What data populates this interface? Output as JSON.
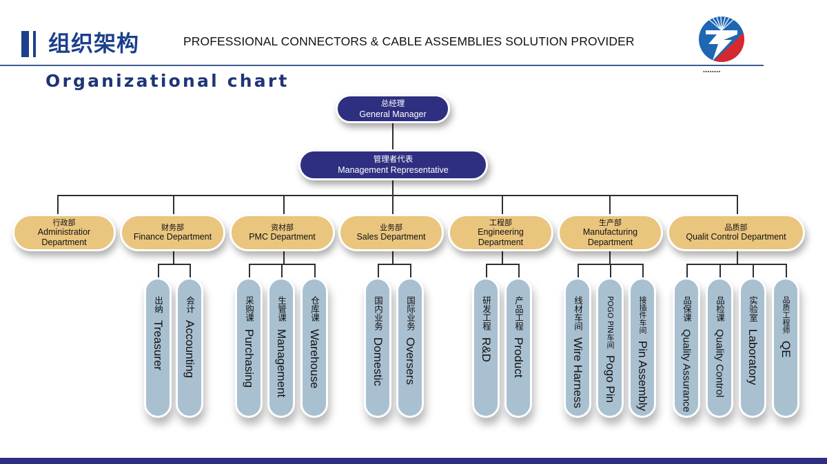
{
  "header": {
    "title_cn": "组织架构",
    "tagline": "PROFESSIONAL CONNECTORS & CABLE ASSEMBLIES SOLUTION PROVIDER",
    "subtitle": "Organizational chart",
    "logo_icon": "lightning-globe-logo-icon"
  },
  "colors": {
    "brand_navy": "#2e2f80",
    "header_blue": "#1b3f8b",
    "department_gold": "#e9c57e",
    "section_blue_grey": "#a9c0d1",
    "logo_blue": "#1f66b3",
    "logo_red": "#d6282f"
  },
  "org": {
    "general_manager": {
      "cn": "总经理",
      "en": "General Manager"
    },
    "management_rep": {
      "cn": "管理者代表",
      "en": "Management Representative"
    },
    "departments": [
      {
        "cn": "行政部",
        "en": "Administratior Department",
        "sections": []
      },
      {
        "cn": "财务部",
        "en": "Finance Department",
        "sections": [
          {
            "cn": "出纳",
            "en": "Treasurer"
          },
          {
            "cn": "会计",
            "en": "Accounting"
          }
        ]
      },
      {
        "cn": "资材部",
        "en": "PMC  Department",
        "sections": [
          {
            "cn": "采购课",
            "en": "Purchasing"
          },
          {
            "cn": "生管课",
            "en": "Management"
          },
          {
            "cn": "仓库课",
            "en": "Warehouse"
          }
        ]
      },
      {
        "cn": "业务部",
        "en": "Sales Department",
        "sections": [
          {
            "cn": "国内业务",
            "en": "Domestic"
          },
          {
            "cn": "国际业务",
            "en": "Oversers"
          }
        ]
      },
      {
        "cn": "工程部",
        "en": "Engineering Department",
        "sections": [
          {
            "cn": "研发工程",
            "en": "R&D"
          },
          {
            "cn": "产品工程",
            "en": "Product"
          }
        ]
      },
      {
        "cn": "生产部",
        "en": "Manufacturing Department",
        "sections": [
          {
            "cn": "线材车间",
            "en": "Wire Harness"
          },
          {
            "cn": "POGO PIN车间",
            "en": "Pogo Pin"
          },
          {
            "cn": "接插件车间",
            "en": "Pin Assembly"
          }
        ]
      },
      {
        "cn": "品质部",
        "en": "Qualit Control Department",
        "sections": [
          {
            "cn": "品保课",
            "en": "Quality Assurance"
          },
          {
            "cn": "品检课",
            "en": "Quality Control"
          },
          {
            "cn": "实验室",
            "en": "Laboratory"
          },
          {
            "cn": "品质工程师",
            "en": "QE"
          }
        ]
      }
    ]
  }
}
